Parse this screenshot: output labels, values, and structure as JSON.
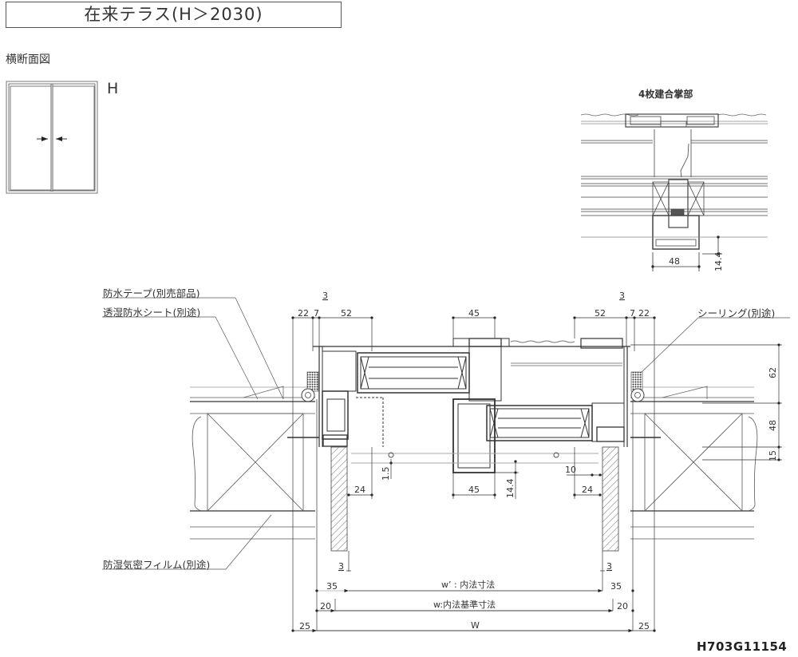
{
  "title": "在来テラス(H＞2030)",
  "section_label": "横断面図",
  "elevation": {
    "label": "H"
  },
  "detail": {
    "label": "4枚建合掌部",
    "dims": {
      "width": "48",
      "height": "14.4"
    }
  },
  "callouts": {
    "waterproof_tape": "防水テープ(別売部品)",
    "breathable_sheet": "透湿防水シート(別途)",
    "sealing": "シーリング(別途)",
    "vapor_film": "防湿気密フィルム(別途)"
  },
  "dims": {
    "top_left": [
      "22",
      "7",
      "3",
      "52"
    ],
    "top_center": "45",
    "top_right": [
      "52",
      "3",
      "7",
      "22"
    ],
    "right_vertical": [
      "62",
      "48",
      "15"
    ],
    "mid": {
      "d15": "1.5",
      "d24_left": "24",
      "d45": "45",
      "d144": "14.4",
      "d10": "10",
      "d24_right": "24"
    },
    "bottom": {
      "left": [
        "3",
        "35",
        "20",
        "25"
      ],
      "right": [
        "3",
        "35",
        "20",
        "25"
      ],
      "w_prime": "w’ : 内法寸法",
      "w": "w:内法基準寸法",
      "W": "W"
    }
  },
  "drawing_code": "H703G11154"
}
